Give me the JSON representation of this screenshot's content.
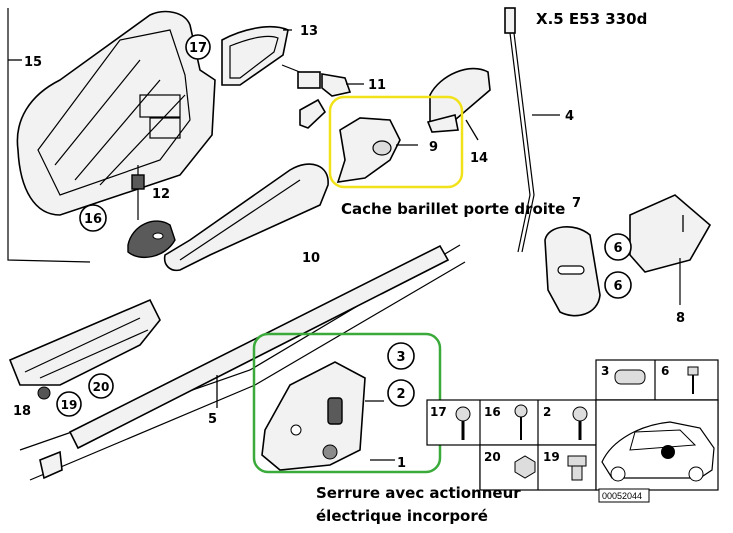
{
  "title": "X.5 E53  330d",
  "notes": {
    "lock_cylinder_cover": "Cache barillet porte droite",
    "lock_line1": "Serrure avec actionneur",
    "lock_line2": "électrique incorporé"
  },
  "callouts": {
    "n1": "1",
    "n2": "2",
    "n3": "3",
    "n4": "4",
    "n5": "5",
    "n6a": "6",
    "n6b": "6",
    "n7": "7",
    "n8": "8",
    "n9": "9",
    "n10": "10",
    "n11": "11",
    "n12": "12",
    "n13": "13",
    "n14": "14",
    "n15": "15",
    "n16": "16",
    "n17": "17",
    "n18": "18",
    "n19": "19",
    "n20": "20"
  },
  "legend": {
    "items": [
      {
        "label": "3"
      },
      {
        "label": "6"
      },
      {
        "label": "17"
      },
      {
        "label": "16"
      },
      {
        "label": "2"
      },
      {
        "label": "20"
      },
      {
        "label": "19"
      }
    ],
    "code": "00052044"
  },
  "highlight_colors": {
    "yellow_box": "#f2e21a",
    "green_box": "#3aaa3a"
  }
}
